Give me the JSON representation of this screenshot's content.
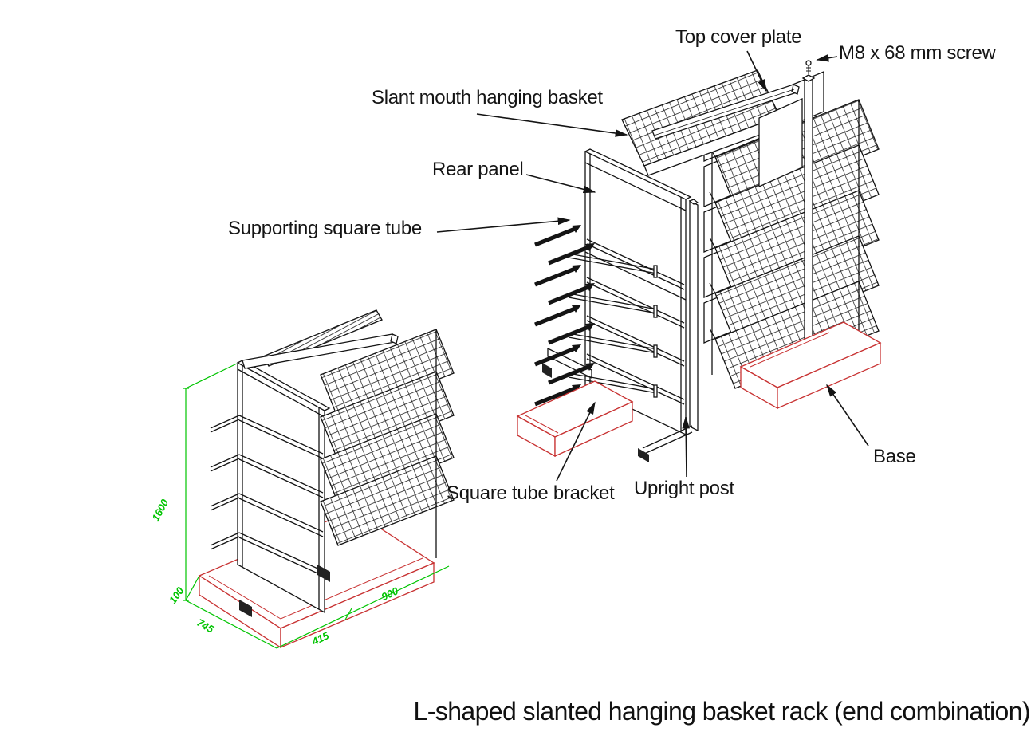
{
  "title": "L-shaped slanted hanging basket rack (end combination)",
  "labels": {
    "top_cover_plate": "Top cover plate",
    "m8_screw": "M8 x 68 mm screw",
    "slant_basket": "Slant mouth hanging basket",
    "rear_panel": "Rear panel",
    "supporting_square_tube": "Supporting square tube",
    "square_tube_bracket": "Square tube bracket",
    "upright_post": "Upright post",
    "base": "Base"
  },
  "dimensions": {
    "height": "1600",
    "base_height": "100",
    "depth": "745",
    "length": "900",
    "base_depth": "415"
  },
  "colors": {
    "line": "#141414",
    "base_outline": "#c83232",
    "dimension_green": "#00c400"
  }
}
